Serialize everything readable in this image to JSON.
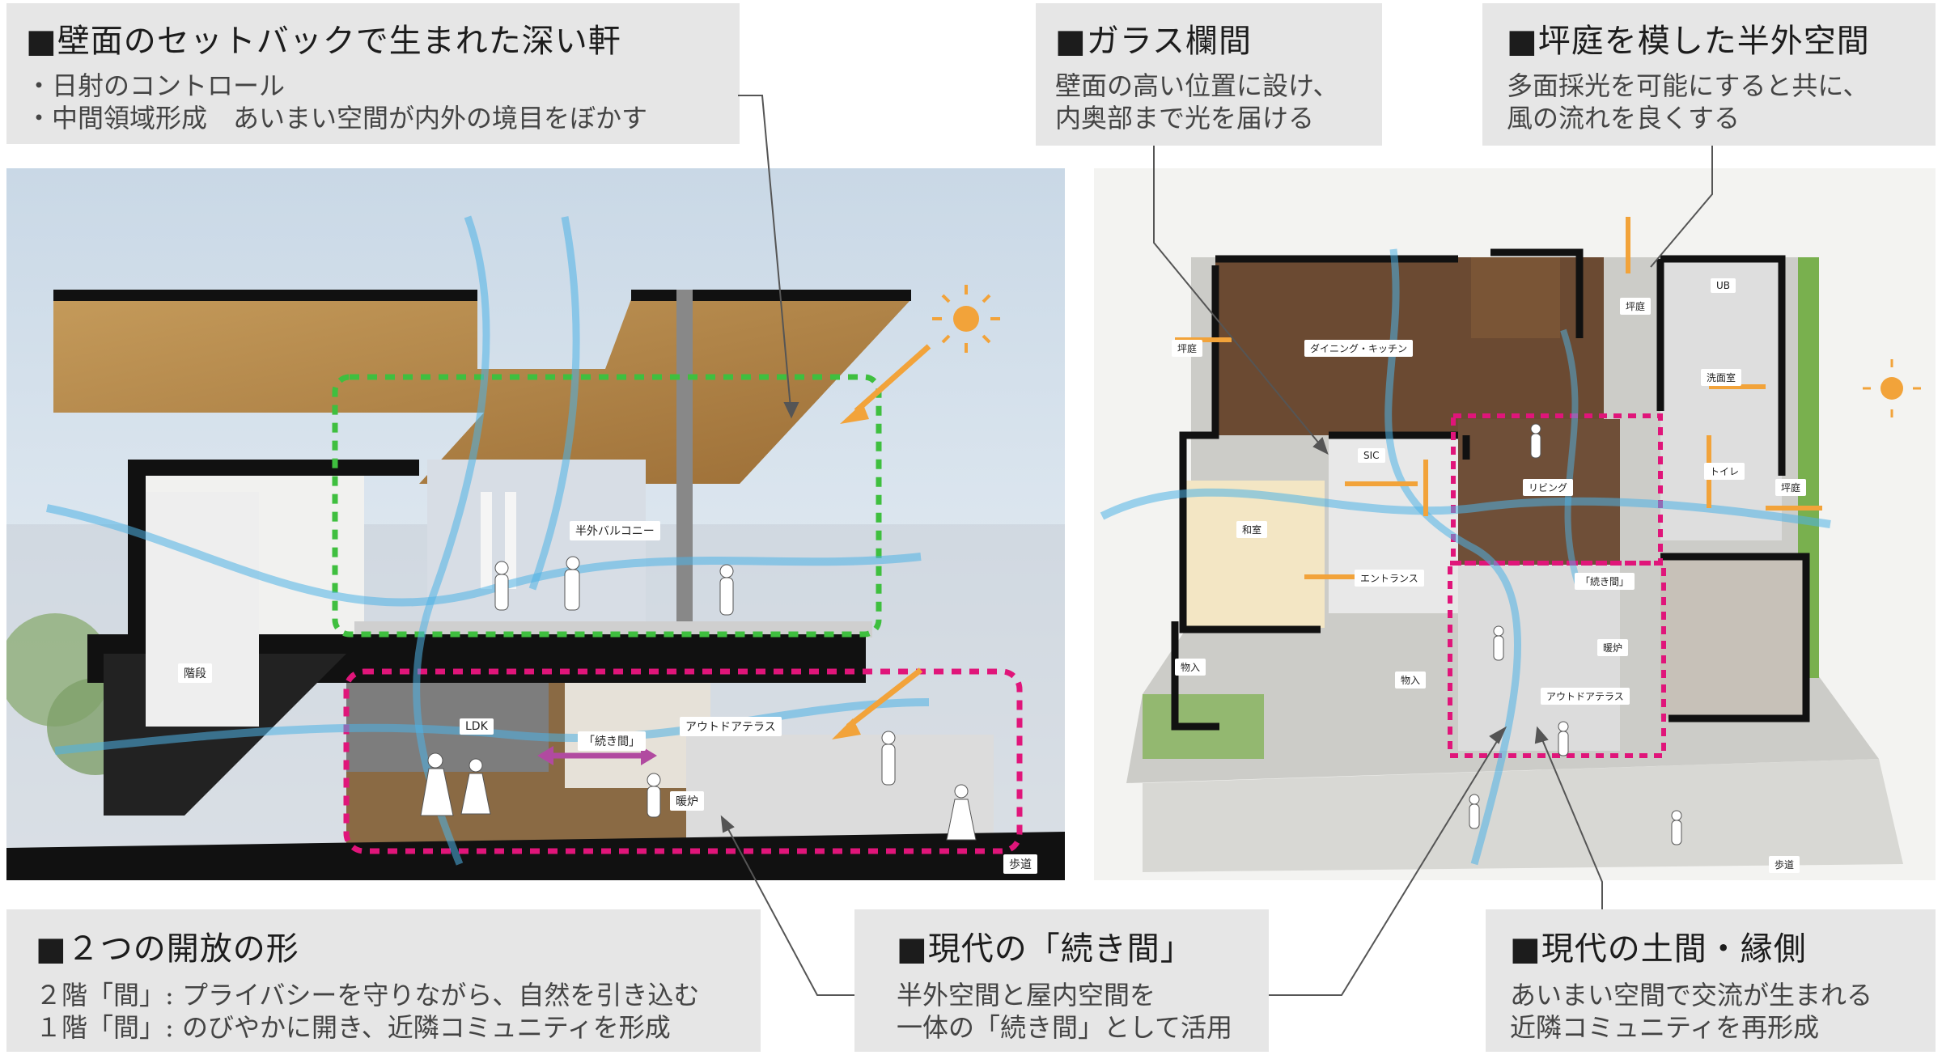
{
  "callouts": {
    "deep_eaves": {
      "title": "■壁面のセットバックで生まれた深い軒",
      "lines": [
        "・日射のコントロール",
        "・中間領域形成　あいまい空間が内外の境目をぼかす"
      ]
    },
    "glass_transom": {
      "title": "■ガラス欄間",
      "lines": [
        "壁面の高い位置に設け、",
        "内奥部まで光を届ける"
      ]
    },
    "tsubo_garden": {
      "title": "■坪庭を模した半外空間",
      "lines": [
        "多面採光を可能にすると共に、",
        "風の流れを良くする"
      ]
    },
    "two_openness": {
      "title": "■２つの開放の形",
      "lines": [
        "２階「間」: プライバシーを守りながら、自然を引き込む",
        "１階「間」: のびやかに開き、近隣コミュニティを形成"
      ]
    },
    "tsuzukima": {
      "title": "■現代の「続き間」",
      "lines": [
        "半外空間と屋内空間を",
        "一体の「続き間」として活用"
      ]
    },
    "doma": {
      "title": "■現代の土間・縁側",
      "lines": [
        "あいまい空間で交流が生まれる",
        "近隣コミュニティを再形成"
      ]
    }
  },
  "section_labels": {
    "stairs": "階段",
    "balcony": "半外バルコニー",
    "ldk": "LDK",
    "tsuzukima": "「続き間」",
    "outdoor_terrace": "アウトドアテラス",
    "fireplace": "暖炉",
    "sidewalk": "歩道"
  },
  "plan_labels": {
    "tsuboniwa_1": "坪庭",
    "tsuboniwa_2": "坪庭",
    "tsuboniwa_3": "坪庭",
    "ub": "UB",
    "dining_kitchen": "ダイニング・キッチン",
    "washroom": "洗面室",
    "sic": "SIC",
    "living": "リビング",
    "toilet": "トイレ",
    "washitsu": "和室",
    "entrance": "エントランス",
    "tsuzukima": "「続き間」",
    "fireplace": "暖炉",
    "storage_1": "物入",
    "storage_2": "物入",
    "outdoor_terrace": "アウトドアテラス",
    "sidewalk": "歩道"
  },
  "colors": {
    "callout_bg": "#e6e6e6",
    "green_dashed": "#3fbf3f",
    "magenta_dashed": "#e0157a",
    "wind": "#4fb3e6",
    "sun_arrow": "#f2a33a",
    "wood": "#b88a4a",
    "floor_dark": "#6b4a32"
  }
}
